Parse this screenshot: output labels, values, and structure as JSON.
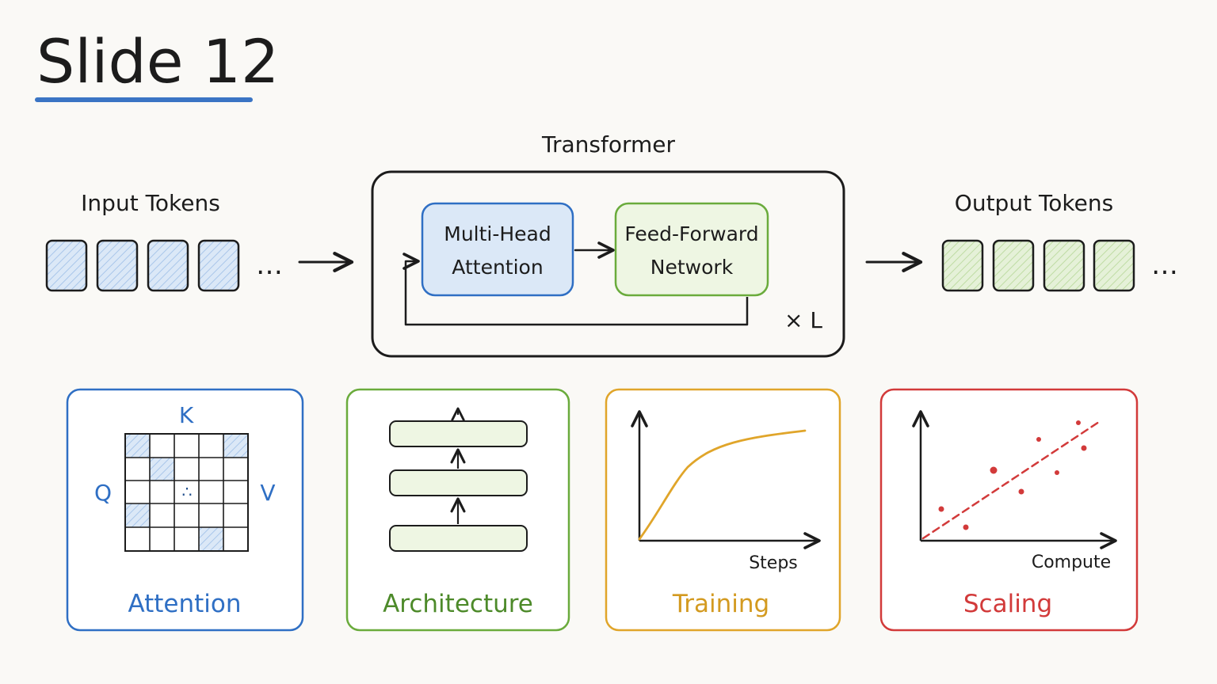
{
  "slide": {
    "title": "Slide 12"
  },
  "colors": {
    "ink": "#1c1c1c",
    "blue": "#2f6fc4",
    "blue_fill": "#dbe8f7",
    "green": "#6aab3c",
    "green_dark": "#4d8a2a",
    "green_fill": "#eef6e3",
    "gold": "#e0a52a",
    "gold_dark": "#d39a20",
    "red": "#d23a3a",
    "accent_underline": "#3a74c4"
  },
  "pipeline": {
    "input_label": "Input Tokens",
    "output_label": "Output Tokens",
    "ellipsis": "…",
    "transformer_label": "Transformer",
    "attention_block": {
      "line1": "Multi-Head",
      "line2": "Attention"
    },
    "ffn_block": {
      "line1": "Feed-Forward",
      "line2": "Network"
    },
    "repeat_label": "× L"
  },
  "panels": {
    "attention": {
      "caption": "Attention",
      "q_label": "Q",
      "k_label": "K",
      "v_label": "V",
      "center_glyph": "∴"
    },
    "architecture": {
      "caption": "Architecture"
    },
    "training": {
      "caption": "Training",
      "x_label": "Steps"
    },
    "scaling": {
      "caption": "Scaling",
      "x_label": "Compute"
    }
  }
}
